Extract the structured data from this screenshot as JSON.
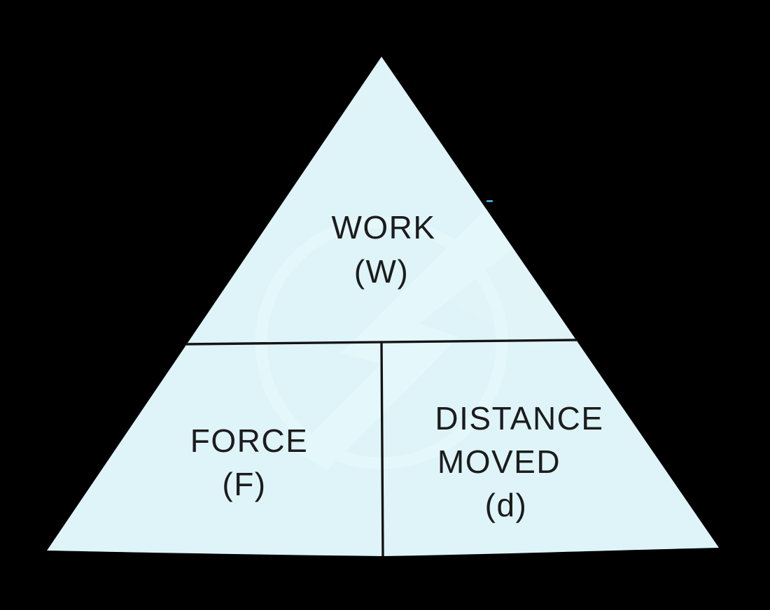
{
  "diagram": {
    "type": "formula-triangle",
    "sections": {
      "top": {
        "label": "WORK",
        "symbol": "(W)"
      },
      "bottom_left": {
        "label": "FORCE",
        "symbol": "(F)"
      },
      "bottom_right": {
        "label_line_1": "DISTANCE",
        "label_line_2": "MOVED",
        "symbol": "(d)"
      }
    },
    "colors": {
      "background": "#000000",
      "triangle_fill": "#def4f9",
      "watermark": "#e9fafd",
      "divider_line": "#141414",
      "text": "#1c1c1c",
      "blue_dash": "#3aa7e0"
    },
    "watermark_icon": "lightning-bolt-in-circle"
  }
}
